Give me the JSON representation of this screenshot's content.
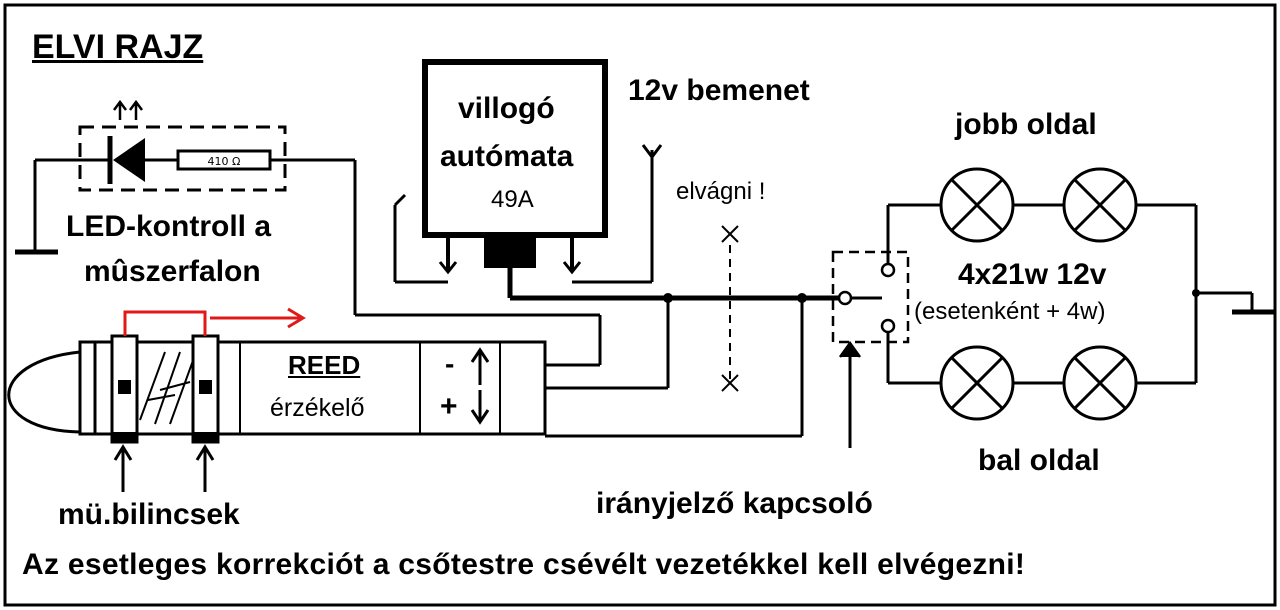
{
  "title": "ELVI RAJZ",
  "flasher": {
    "line1": "villogó",
    "line2": "autómata",
    "model": "49A"
  },
  "input_label": "12v bemenet",
  "cut_label": "elvágni !",
  "right_side_label": "jobb oldal",
  "left_side_label": "bal oldal",
  "bulbs_label": "4x21w 12v",
  "bulbs_note": "(esetenként + 4w)",
  "led_label_line1": "LED-kontroll  a",
  "led_label_line2": "mûszerfalon",
  "resistor_label": "410 Ω",
  "reed": {
    "title": "REED",
    "subtitle": "érzékelő",
    "minus": "-",
    "plus": "+"
  },
  "clamps_label": "mü.bilincsek",
  "switch_label": "irányjelző kapcsoló",
  "footer": "Az esetleges korrekciót a csőtestre csévélt vezetékkel  kell elvégezni!",
  "colors": {
    "ink": "#000000",
    "background": "#ffffff",
    "red_marking": "#e01818"
  },
  "icons": [
    "led-diode-icon",
    "resistor-icon",
    "ground-icon",
    "bulb-icon",
    "arrow-icon"
  ]
}
